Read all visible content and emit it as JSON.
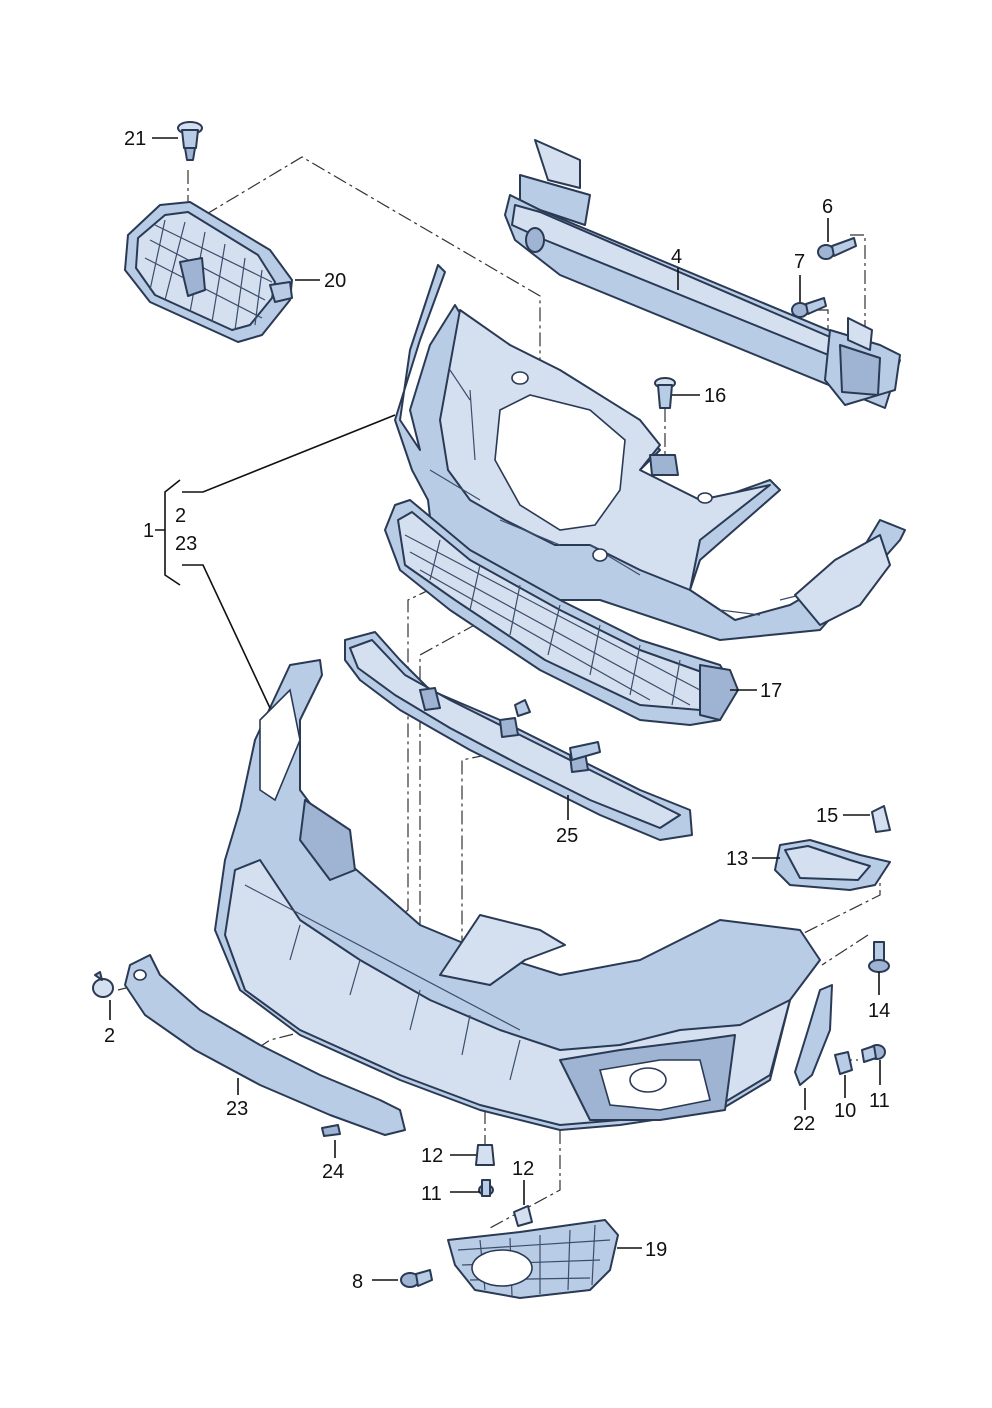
{
  "callouts": [
    {
      "id": "c21",
      "text": "21"
    },
    {
      "id": "c20",
      "text": "20"
    },
    {
      "id": "c6",
      "text": "6"
    },
    {
      "id": "c7",
      "text": "7"
    },
    {
      "id": "c4",
      "text": "4"
    },
    {
      "id": "c16",
      "text": "16"
    },
    {
      "id": "c1",
      "text": "1"
    },
    {
      "id": "c2a",
      "text": "2"
    },
    {
      "id": "c23a",
      "text": "23"
    },
    {
      "id": "c17",
      "text": "17"
    },
    {
      "id": "c25",
      "text": "25"
    },
    {
      "id": "c15",
      "text": "15"
    },
    {
      "id": "c13",
      "text": "13"
    },
    {
      "id": "c14",
      "text": "14"
    },
    {
      "id": "c2b",
      "text": "2"
    },
    {
      "id": "c23b",
      "text": "23"
    },
    {
      "id": "c11a",
      "text": "11"
    },
    {
      "id": "c22",
      "text": "22"
    },
    {
      "id": "c10",
      "text": "10"
    },
    {
      "id": "c24",
      "text": "24"
    },
    {
      "id": "c12a",
      "text": "12"
    },
    {
      "id": "c12b",
      "text": "12"
    },
    {
      "id": "c11b",
      "text": "11"
    },
    {
      "id": "c19",
      "text": "19"
    },
    {
      "id": "c8",
      "text": "8"
    }
  ],
  "colors": {
    "part_fill": "#b9cce6",
    "part_outline": "#2a3a55",
    "leader": "#111111"
  }
}
